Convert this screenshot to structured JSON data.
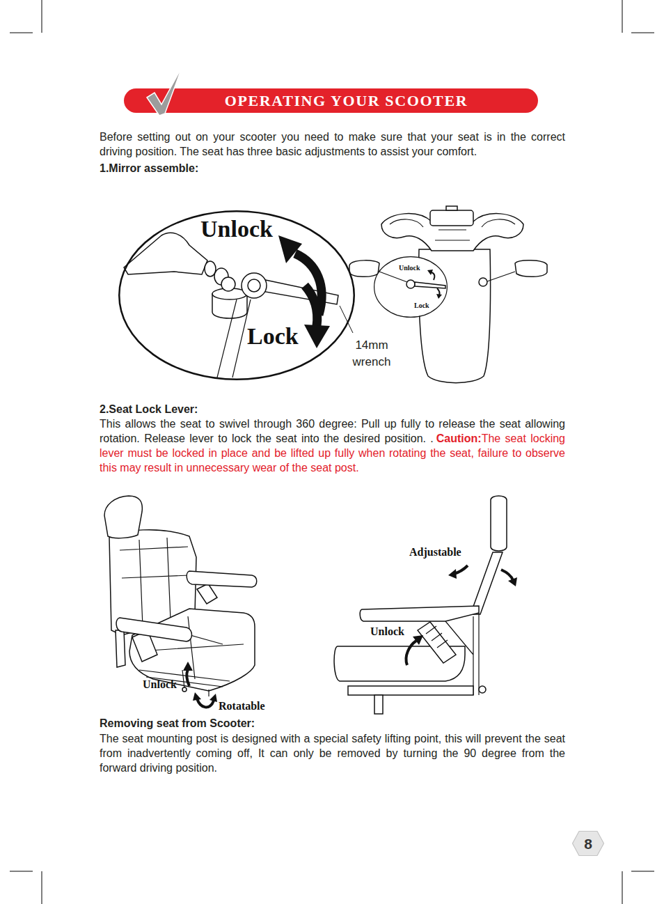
{
  "diagram": {
    "title": "OPERATING YOUR SCOOTER",
    "nodes": [
      {
        "text": [
          "Unlock",
          "Lock"
        ]
      },
      {
        "text": [
          "Unlock",
          "Lock"
        ]
      },
      {
        "text": [
          "8"
        ]
      }
    ],
    "labels": [
      "Before setting out on your scooter you need to make sure that your seat is in the correct driving position. The seat has three basic adjustments to assist your comfort.",
      "1.Mirror assemble:",
      "14mm wrench",
      "2.Seat Lock Lever:",
      "This allows the seat to swivel through 360 degree: Pull up fully to release the seat allowing rotation. Release lever to lock the seat into the desired position. .",
      "Caution:",
      "The seat locking lever must be locked in place and be lifted up fully when rotating the seat, failure to observe this may result in unnecessary wear of the seat post.",
      "Unlock",
      "Rotatable",
      "Adjustable",
      "Unlock",
      "Removing seat from Scooter:",
      "The seat mounting post is designed with a special safety lifting point, this will prevent the seat from inadvertently coming off, It can only be removed by turning the 90 degree from the forward driving position."
    ]
  }
}
